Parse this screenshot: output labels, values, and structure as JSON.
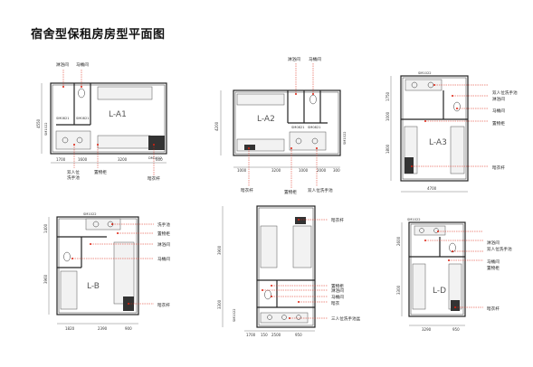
{
  "title": "宿舍型保租房房型平面图",
  "plans": {
    "a1": {
      "name": "L-A1",
      "labels": [
        "淋浴间",
        "马桶间",
        "双人位",
        "洗手池",
        "置物柜",
        "暗衣杆"
      ],
      "tags": [
        "SM0821",
        "SM0821",
        "SM1022",
        "DM1022"
      ],
      "dims_h": [
        "1700",
        "1600",
        "3200",
        "600"
      ],
      "dims_v": [
        "4550"
      ]
    },
    "a2": {
      "name": "L-A2",
      "labels": [
        "淋浴间",
        "马桶间",
        "暗衣杆",
        "置物柜",
        "双人位洗手池"
      ],
      "tags": [
        "SM0821",
        "SM0821",
        "SM1022"
      ],
      "dims_h": [
        "1000",
        "3200",
        "1000",
        "2000",
        "300"
      ],
      "dims_v": [
        "4200"
      ]
    },
    "a3": {
      "name": "L-A3",
      "labels": [
        "双人位洗手池",
        "淋浴间",
        "马桶间",
        "置物柜",
        "暗衣杆"
      ],
      "tags": [
        "SM1022"
      ],
      "dims_h": [
        "4700"
      ],
      "dims_v": [
        "1750",
        "1000",
        "1800"
      ]
    },
    "b": {
      "name": "L-B",
      "labels": [
        "洗手池",
        "置物柜",
        "淋浴间",
        "马桶间",
        "暗衣杆"
      ],
      "tags": [
        "SM1022"
      ],
      "dims_h": [
        "1820",
        "2390",
        "900"
      ],
      "dims_v": [
        "1400",
        "3960"
      ]
    },
    "c": {
      "labels": [
        "暗衣杆",
        "置物柜",
        "淋浴间",
        "马桶间",
        "暗衣",
        "三人位洗手池盆"
      ],
      "tags": [
        "SM1022"
      ],
      "dims_h": [
        "1700",
        "150",
        "2500",
        "950"
      ],
      "dims_v": [
        "3900",
        "3300"
      ]
    },
    "d": {
      "name": "L-D",
      "labels": [
        "淋浴间",
        "双人位洗手池",
        "马桶间",
        "置物柜",
        "暗衣杆"
      ],
      "tags": [
        "SM1022"
      ],
      "dims_h": [
        "3290",
        "950"
      ],
      "dims_v": [
        "2600",
        "3300"
      ]
    }
  }
}
